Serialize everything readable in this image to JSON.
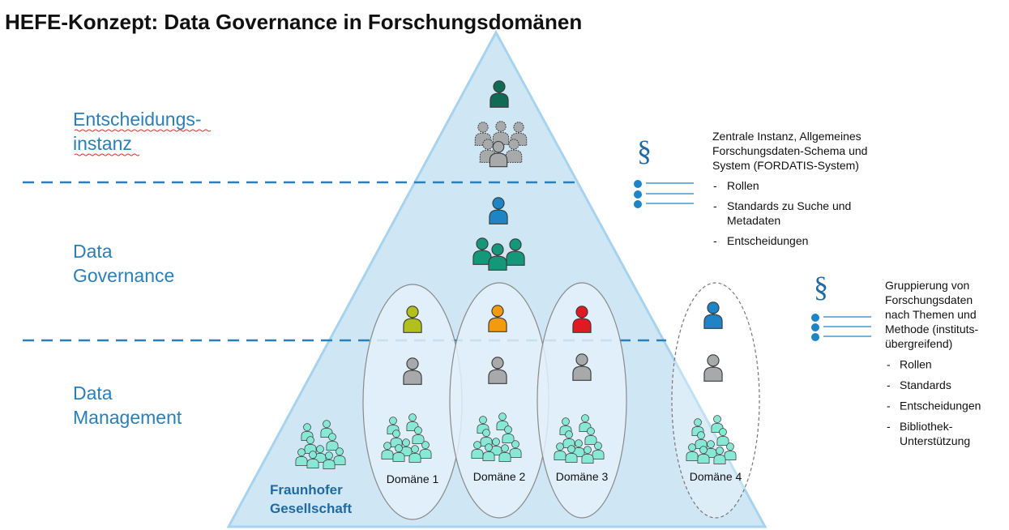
{
  "title": "HEFE-Konzept: Data Governance in Forschungsdomänen",
  "levels": [
    {
      "line1": "Entscheidungs-",
      "line2": "instanz"
    },
    {
      "line1": "Data",
      "line2": "Governance"
    },
    {
      "line1": "Data",
      "line2": "Management"
    }
  ],
  "domains": [
    "Domäne 1",
    "Domäne 2",
    "Domäne 3",
    "Domäne 4"
  ],
  "organization": {
    "line1": "Fraunhofer",
    "line2": "Gesellschaft"
  },
  "paragraph_symbol": "§",
  "box1": {
    "lines": [
      "Zentrale Instanz, Allgemeines",
      "Forschungsdaten-Schema und",
      "System (FORDATIS-System)"
    ],
    "bullets": [
      {
        "lines": [
          "Rollen"
        ]
      },
      {
        "lines": [
          "Standards zu Suche und",
          "Metadaten"
        ]
      },
      {
        "lines": [
          "Entscheidungen"
        ]
      }
    ]
  },
  "box2": {
    "lines": [
      "Gruppierung von",
      "Forschungsdaten",
      "nach Themen und",
      "Methode (instituts-",
      "übergreifend)"
    ],
    "bullets": [
      {
        "lines": [
          "Rollen"
        ]
      },
      {
        "lines": [
          "Standards"
        ]
      },
      {
        "lines": [
          "Entscheidungen"
        ]
      },
      {
        "lines": [
          "Bibliothek-",
          "Unterstützung"
        ]
      }
    ]
  },
  "colors": {
    "accent": "#2a7fb8",
    "pyramid_fill": "#cfe6f5",
    "pyramid_edge": "#a8d3ee",
    "leader": "#0f6b53",
    "governance_team": "#159879",
    "people_gray": "#a7a9ab",
    "members": "#88e8d6",
    "domain_leaders": [
      "#b2c11a",
      "#f39a0e",
      "#e01a22",
      "#1f84c6"
    ]
  }
}
